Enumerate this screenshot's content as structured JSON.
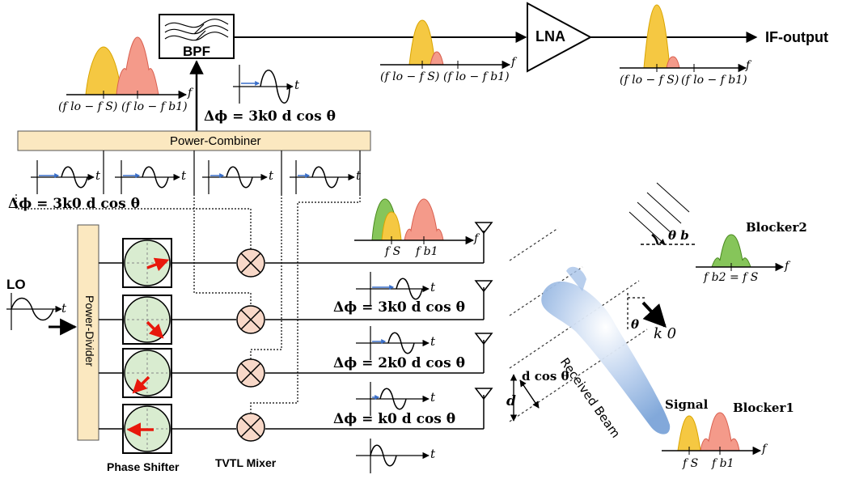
{
  "blocks": {
    "bpf": "BPF",
    "lna": "LNA",
    "if_output": "IF-output",
    "power_combiner": "Power-Combiner",
    "power_divider": "Power-Divider",
    "lo": "LO",
    "phase_shifter": "Phase Shifter",
    "tvtl_mixer": "TVTL Mixer",
    "received_beam": "Received Beam"
  },
  "spectrum_labels": {
    "bpf_in_1": "(f",
    "f_axis": "f",
    "f_lo_minus_f_s": "(f lo − f S)",
    "f_lo_minus_f_b1": "(f lo − f b1)",
    "f_s": "f S",
    "f_b1": "f b1",
    "f_b2_eq_f_s": "f b2 = f S"
  },
  "rf_labels": {
    "signal": "Signal",
    "blocker1": "Blocker1",
    "blocker2": "Blocker2",
    "theta_b": "θ b",
    "theta": "θ",
    "k0": "k 0",
    "d_cos_theta": "d cos θ",
    "d": "d",
    "t_axis": "t"
  },
  "phase_equations": {
    "combiner_out": "Δϕ = 3k0 d cos θ",
    "combiner_in": "Δϕ = 3k0 d cos θ",
    "antenna2": "Δϕ = 3k0 d cos θ",
    "antenna3": "Δϕ = 2k0 d cos θ",
    "antenna4": "Δϕ = k0 d cos θ"
  },
  "colors": {
    "signal_yellow": "#f5c842",
    "blocker_red": "#f49a8a",
    "blocker_green": "#86c55a",
    "block_fill": "#fbe8c0",
    "phase_circle": "#d9ecd0",
    "mixer_fill": "#f8d8c8",
    "arrow_red": "#e8180c",
    "wave_marker": "#3a6fc9",
    "beam_blue": "#7ba4d8"
  }
}
